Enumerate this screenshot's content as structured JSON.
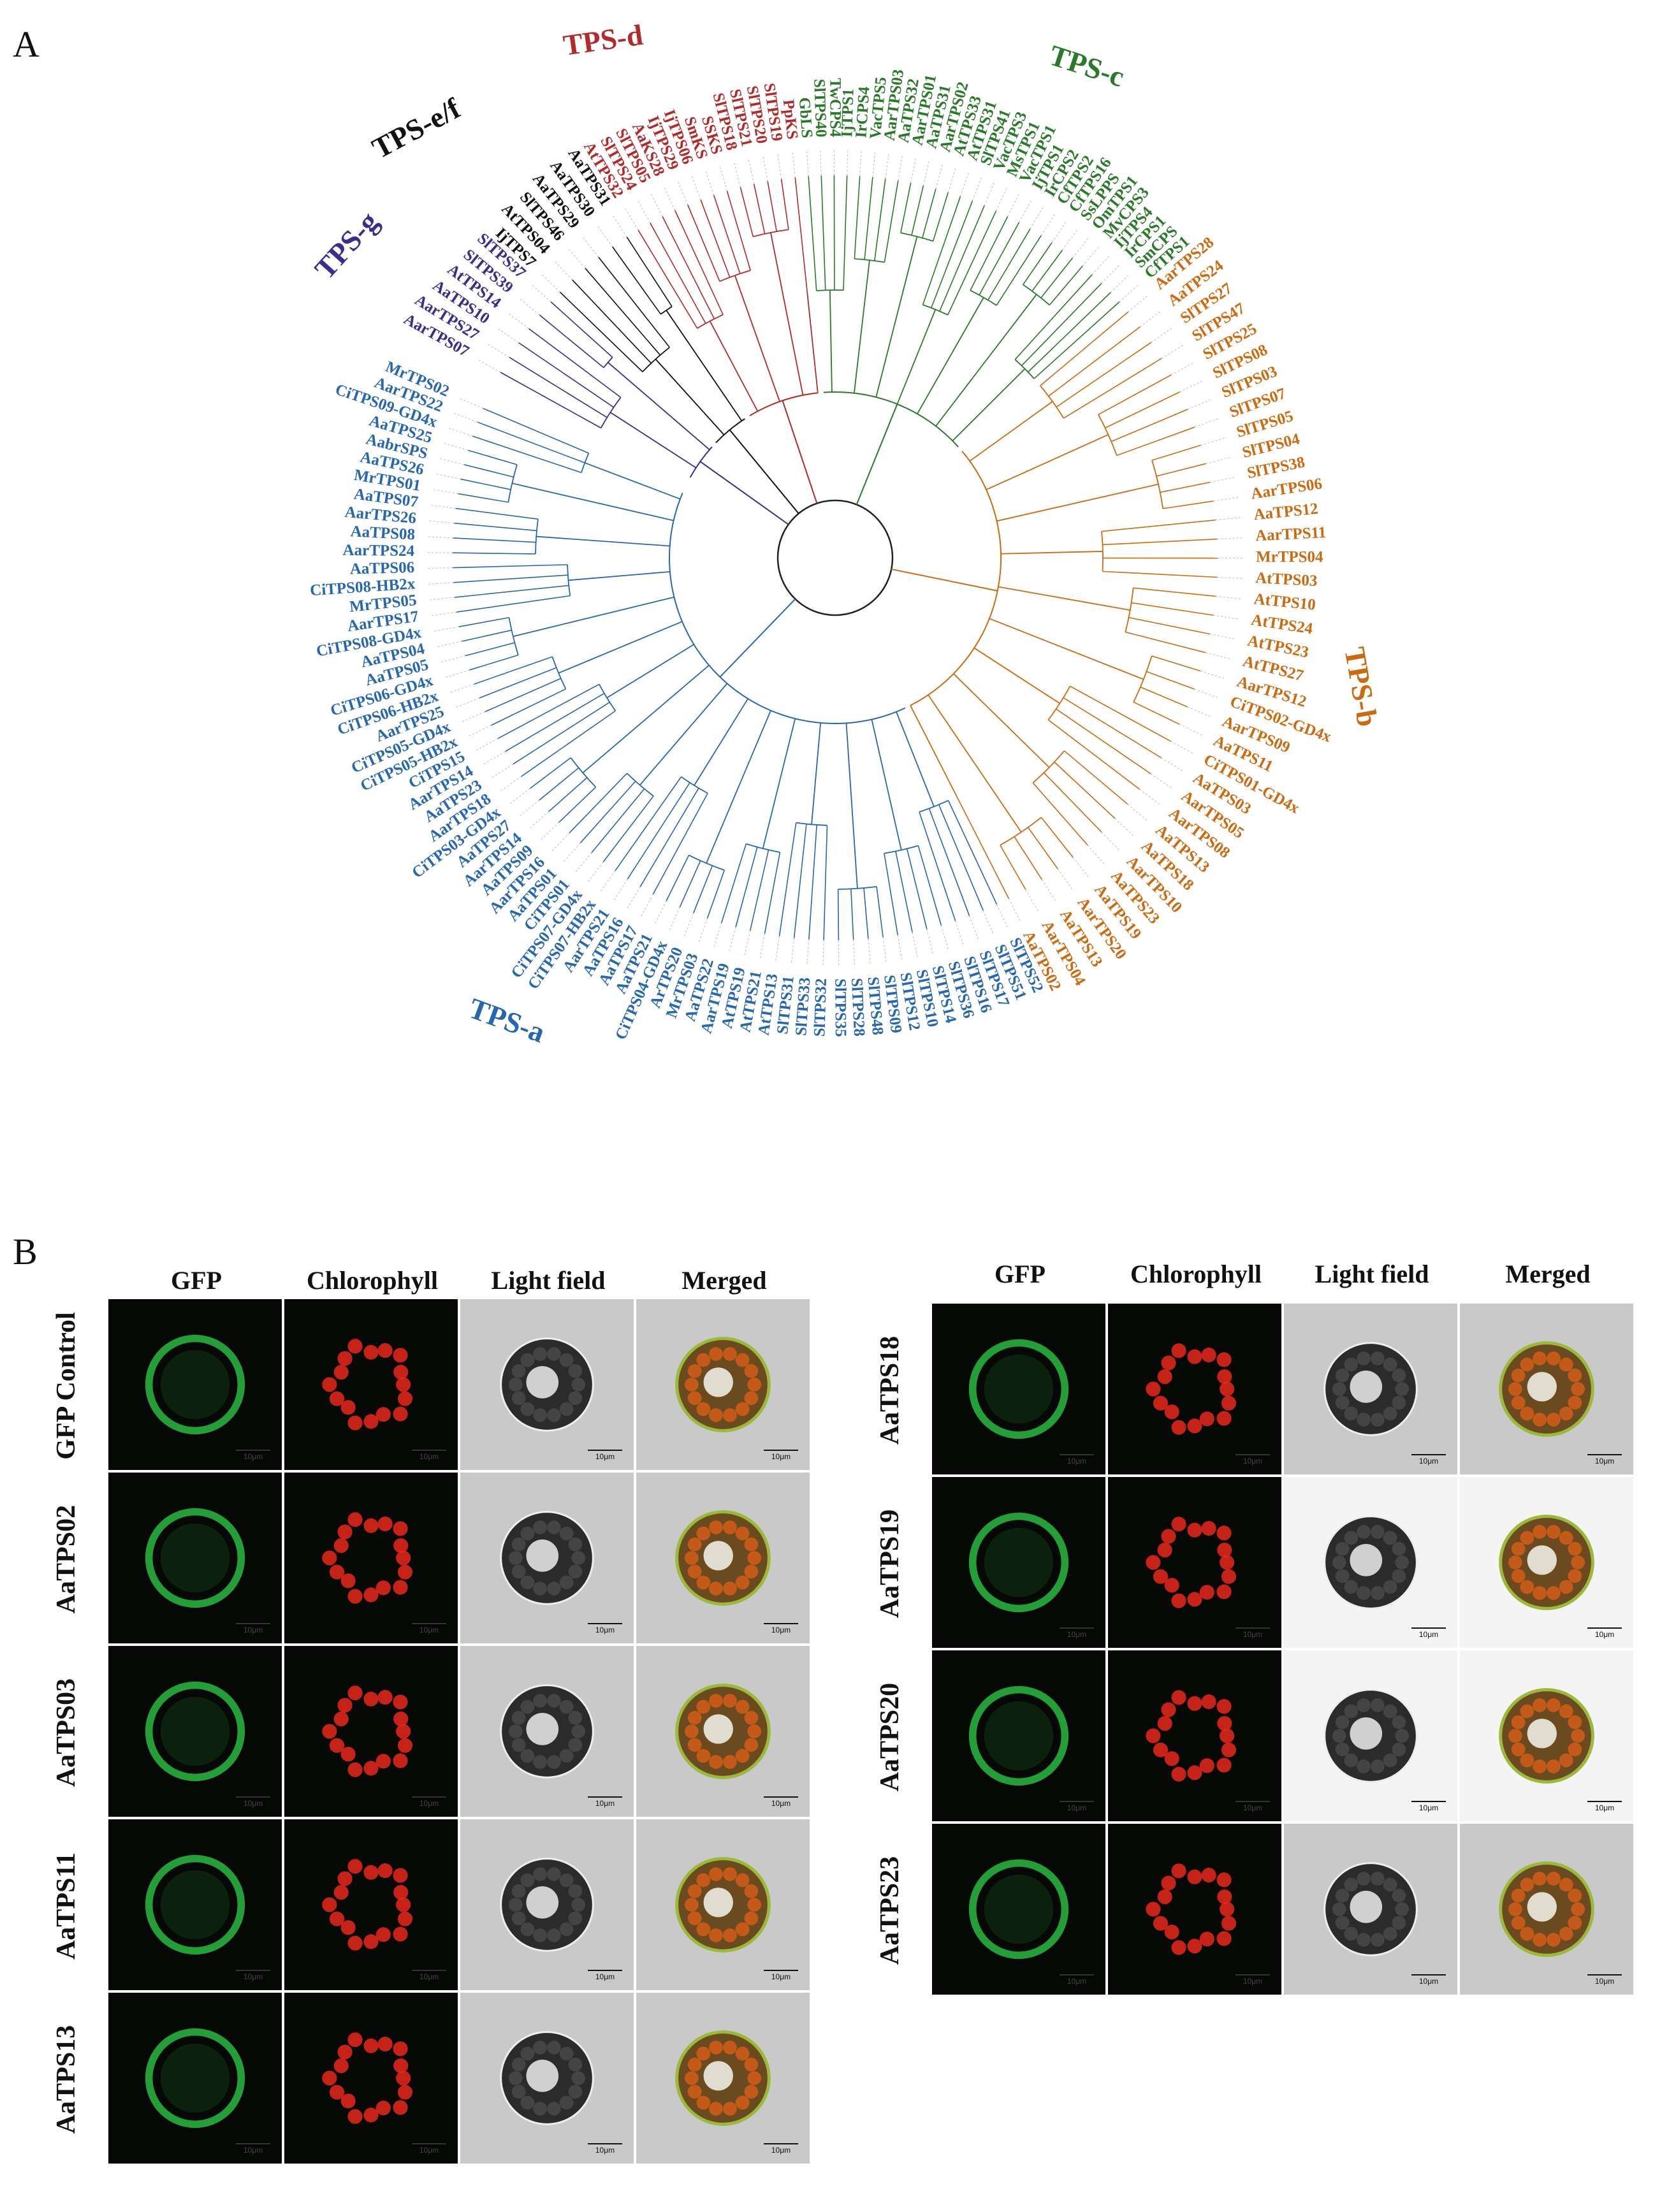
{
  "panel_a": {
    "letter": "A",
    "clades": {
      "tps_d": {
        "label": "TPS-d",
        "color": "#b22a2a"
      },
      "tps_c": {
        "label": "TPS-c",
        "color": "#2a7a2a"
      },
      "tps_ef": {
        "label": "TPS-e/f",
        "color": "#111111"
      },
      "tps_g": {
        "label": "TPS-g",
        "color": "#3a2d8c"
      },
      "tps_a": {
        "label": "TPS-a",
        "color": "#2767b0"
      },
      "tps_b": {
        "label": "TPS-b",
        "color": "#cc6a10"
      }
    },
    "leaves": {
      "tps_g": [
        "AarTPS07",
        "AarTPS27",
        "AaTPS10",
        "AtTPS14",
        "SlTPS39",
        "SlTPS37"
      ],
      "tps_ef": [
        "IjTPS7",
        "AtTPS04",
        "SlTPS46",
        "AaTPS29",
        "AaTPS30",
        "AaTPS31"
      ],
      "tps_d": [
        "AtTPS32",
        "SlTPS24",
        "SlTPS05",
        "AaKS28",
        "IjTPS29",
        "IjTPS06",
        "SmKS",
        "SSKS",
        "SlTPS18",
        "SlTPS21",
        "SlTPS20",
        "SlTPS19",
        "PpKS"
      ],
      "tps_c": [
        "GbLS",
        "SlTPS40",
        "TwCPS4",
        "IjTPS1",
        "IrCPS4",
        "VacTPS5",
        "AarTPS03",
        "AaTPS32",
        "AarTPS01",
        "AaTPS31",
        "AarTPS02",
        "AtTPS33",
        "AtTPS31",
        "SlTPS41",
        "VacTPS3",
        "MsTPS1",
        "VacTPS1",
        "IjTPS1",
        "IrCPS2",
        "CfTPS2",
        "CfTPS16",
        "SsLPPS",
        "OmTPS1",
        "MvCPS3",
        "IjTPS4",
        "IrCPS1",
        "SmCPS",
        "CfTPS1"
      ],
      "tps_b": [
        "AarTPS28",
        "AaTPS24",
        "SlTPS27",
        "SlTPS47",
        "SlTPS25",
        "SlTPS08",
        "SlTPS03",
        "SlTPS07",
        "SlTPS05",
        "SlTPS04",
        "SlTPS38",
        "AarTPS06",
        "AaTPS12",
        "AarTPS11",
        "MrTPS04",
        "AtTPS03",
        "AtTPS10",
        "AtTPS24",
        "AtTPS23",
        "AtTPS27",
        "AarTPS12",
        "CiTPS02-GD4x",
        "AarTPS09",
        "AaTPS11",
        "CiTPS01-GD4x",
        "AaTPS03",
        "AarTPS05",
        "AarTPS08",
        "AaTPS13",
        "AaTPS18",
        "AarTPS10",
        "AaTPS23",
        "AaTPS19",
        "AarTPS20",
        "AaTPS13",
        "AarTPS04",
        "AaTPS02"
      ],
      "tps_a": [
        "SlTPS52",
        "SlTPS51",
        "SlTPS17",
        "SlTPS16",
        "SlTPS36",
        "SlTPS14",
        "SlTPS10",
        "SlTPS12",
        "SlTPS09",
        "SlTPS48",
        "SlTPS28",
        "SlTPS35",
        "SlTPS32",
        "SlTPS33",
        "SlTPS31",
        "AtTPS13",
        "AtTPS21",
        "AtTPS19",
        "AarTPS19",
        "AaTPS22",
        "MrTPS03",
        "ArTPS20",
        "CiTPS04-GD4x",
        "AaTPS21",
        "AaTPS17",
        "AaTPS16",
        "AarTPS21",
        "CiTPS07-HB2x",
        "CiTPS07-GD4x",
        "CiTPS01",
        "AaTPS01",
        "AarTPS16",
        "AaTPS09",
        "AarTPS14",
        "AaTPS27",
        "CiTPS03-GD4x",
        "AarTPS18",
        "AaTPS23",
        "AarTPS14",
        "CiTPS15",
        "CiTPS05-HB2x",
        "CiTPS05-GD4x",
        "AarTPS25",
        "CiTPS06-HB2x",
        "CiTPS06-GD4x",
        "AaTPS05",
        "AaTPS04",
        "CiTPS08-GD4x",
        "AarTPS17",
        "MrTPS05",
        "CiTPS08-HB2x",
        "AaTPS06",
        "AarTPS24",
        "AaTPS08",
        "AarTPS26",
        "AaTPS07",
        "MrTPS01",
        "AaTPS26",
        "AabrSPS",
        "AaTPS25",
        "CiTPS09-GD4x",
        "AarTPS22",
        "MrTPS02"
      ]
    }
  },
  "panel_b": {
    "letter": "B",
    "columns": [
      "GFP",
      "Chlorophyll",
      "Light field",
      "Merged"
    ],
    "scale_label": "10μm",
    "left_rows": [
      "GFP Control",
      "AaTPS02",
      "AaTPS03",
      "AaTPS11",
      "AaTPS13"
    ],
    "right_rows": [
      "AaTPS18",
      "AaTPS19",
      "AaTPS20",
      "AaTPS23"
    ],
    "colors": {
      "gfp": "#2fd24a",
      "chlorophyll": "#e8271c",
      "merged_core": "#c45a1a",
      "merged_rim": "#9cba3a"
    }
  }
}
